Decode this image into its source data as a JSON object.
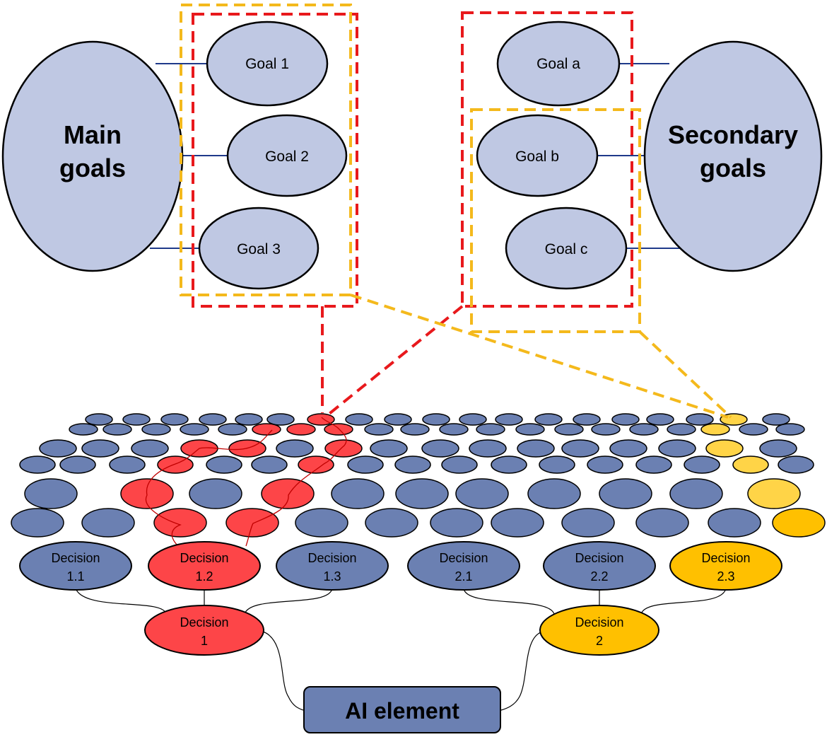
{
  "main_goals": {
    "line1": "Main",
    "line2": "goals"
  },
  "secondary_goals": {
    "line1": "Secondary",
    "line2": "goals"
  },
  "goals_left": [
    "Goal 1",
    "Goal 2",
    "Goal 3"
  ],
  "goals_right": [
    "Goal a",
    "Goal b",
    "Goal c"
  ],
  "decisions_level2": [
    {
      "line1": "Decision",
      "line2": "1.1",
      "state": "neutral"
    },
    {
      "line1": "Decision",
      "line2": "1.2",
      "state": "red"
    },
    {
      "line1": "Decision",
      "line2": "1.3",
      "state": "neutral"
    },
    {
      "line1": "Decision",
      "line2": "2.1",
      "state": "neutral"
    },
    {
      "line1": "Decision",
      "line2": "2.2",
      "state": "neutral"
    },
    {
      "line1": "Decision",
      "line2": "2.3",
      "state": "yellow"
    }
  ],
  "decisions_level1": [
    {
      "line1": "Decision",
      "line2": "1",
      "state": "red"
    },
    {
      "line1": "Decision",
      "line2": "2",
      "state": "yellow"
    }
  ],
  "ai_element": {
    "label": "AI element"
  },
  "colors": {
    "goal_fill": "#bfc8e3",
    "node_blue": "#6b80b2",
    "node_red": "#fd4548",
    "node_yellow": "#ffc000",
    "node_light_yellow": "#ffd447",
    "dash_red": "#e8191c",
    "dash_yellow": "#f4b91c",
    "connector_blue": "#1f3a8a"
  }
}
